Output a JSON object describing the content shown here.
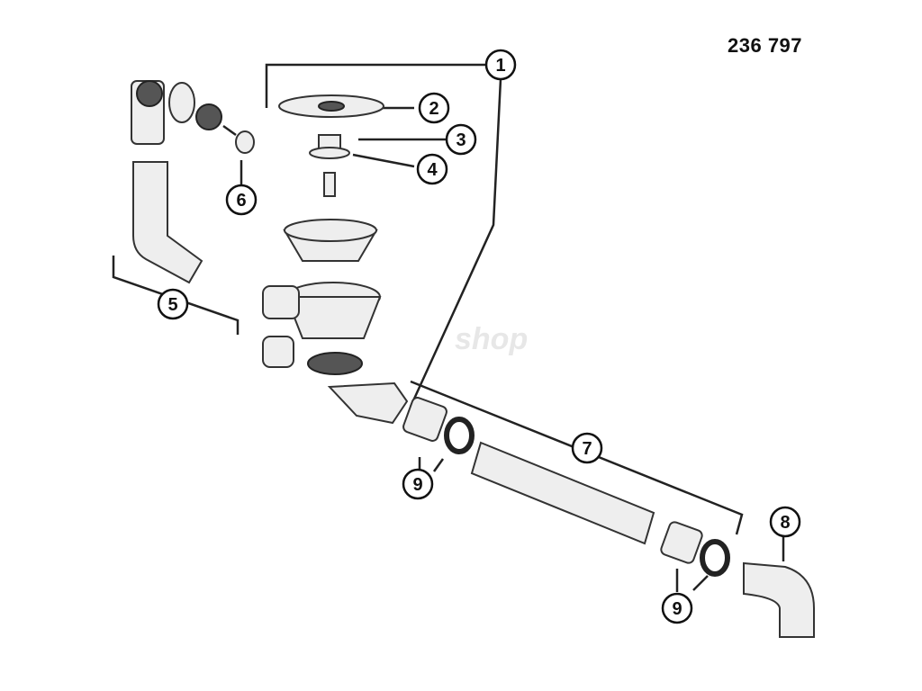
{
  "part_number": "236 797",
  "watermark": "shop",
  "callouts": [
    {
      "id": "1",
      "label": "1"
    },
    {
      "id": "2",
      "label": "2"
    },
    {
      "id": "3",
      "label": "3"
    },
    {
      "id": "4",
      "label": "4"
    },
    {
      "id": "5",
      "label": "5"
    },
    {
      "id": "6",
      "label": "6"
    },
    {
      "id": "7",
      "label": "7"
    },
    {
      "id": "8",
      "label": "8"
    },
    {
      "id": "9a",
      "label": "9"
    },
    {
      "id": "9b",
      "label": "9"
    }
  ]
}
